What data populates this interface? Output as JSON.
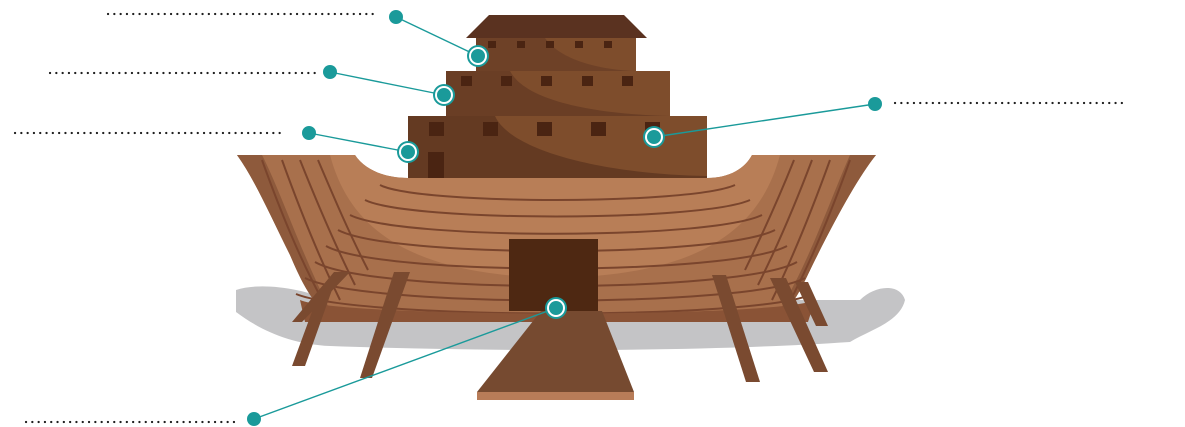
{
  "diagram": {
    "subject": "ark",
    "icons": [
      "ark-illustration",
      "callout-marker"
    ],
    "colors": {
      "accent": "#1a9a9a",
      "roof": "#5a3220",
      "cabin_dark": "#5b3523",
      "cabin_mid": "#6e4127",
      "cabin_light": "#7a4a2a",
      "window": "#4a2412",
      "hull_light": "#b57a52",
      "hull_mid": "#9e6445",
      "hull_dark": "#7e4a32",
      "door": "#4e2812",
      "ramp": "#764a30",
      "ramp_edge": "#b87c58",
      "support": "#7a4a30",
      "shadow": "#c4c4c6"
    },
    "callouts": [
      {
        "id": "roof-top-deck",
        "label": ""
      },
      {
        "id": "middle-deck",
        "label": ""
      },
      {
        "id": "lower-deck",
        "label": ""
      },
      {
        "id": "cabin-side",
        "label": ""
      },
      {
        "id": "door-ramp",
        "label": ""
      }
    ]
  }
}
